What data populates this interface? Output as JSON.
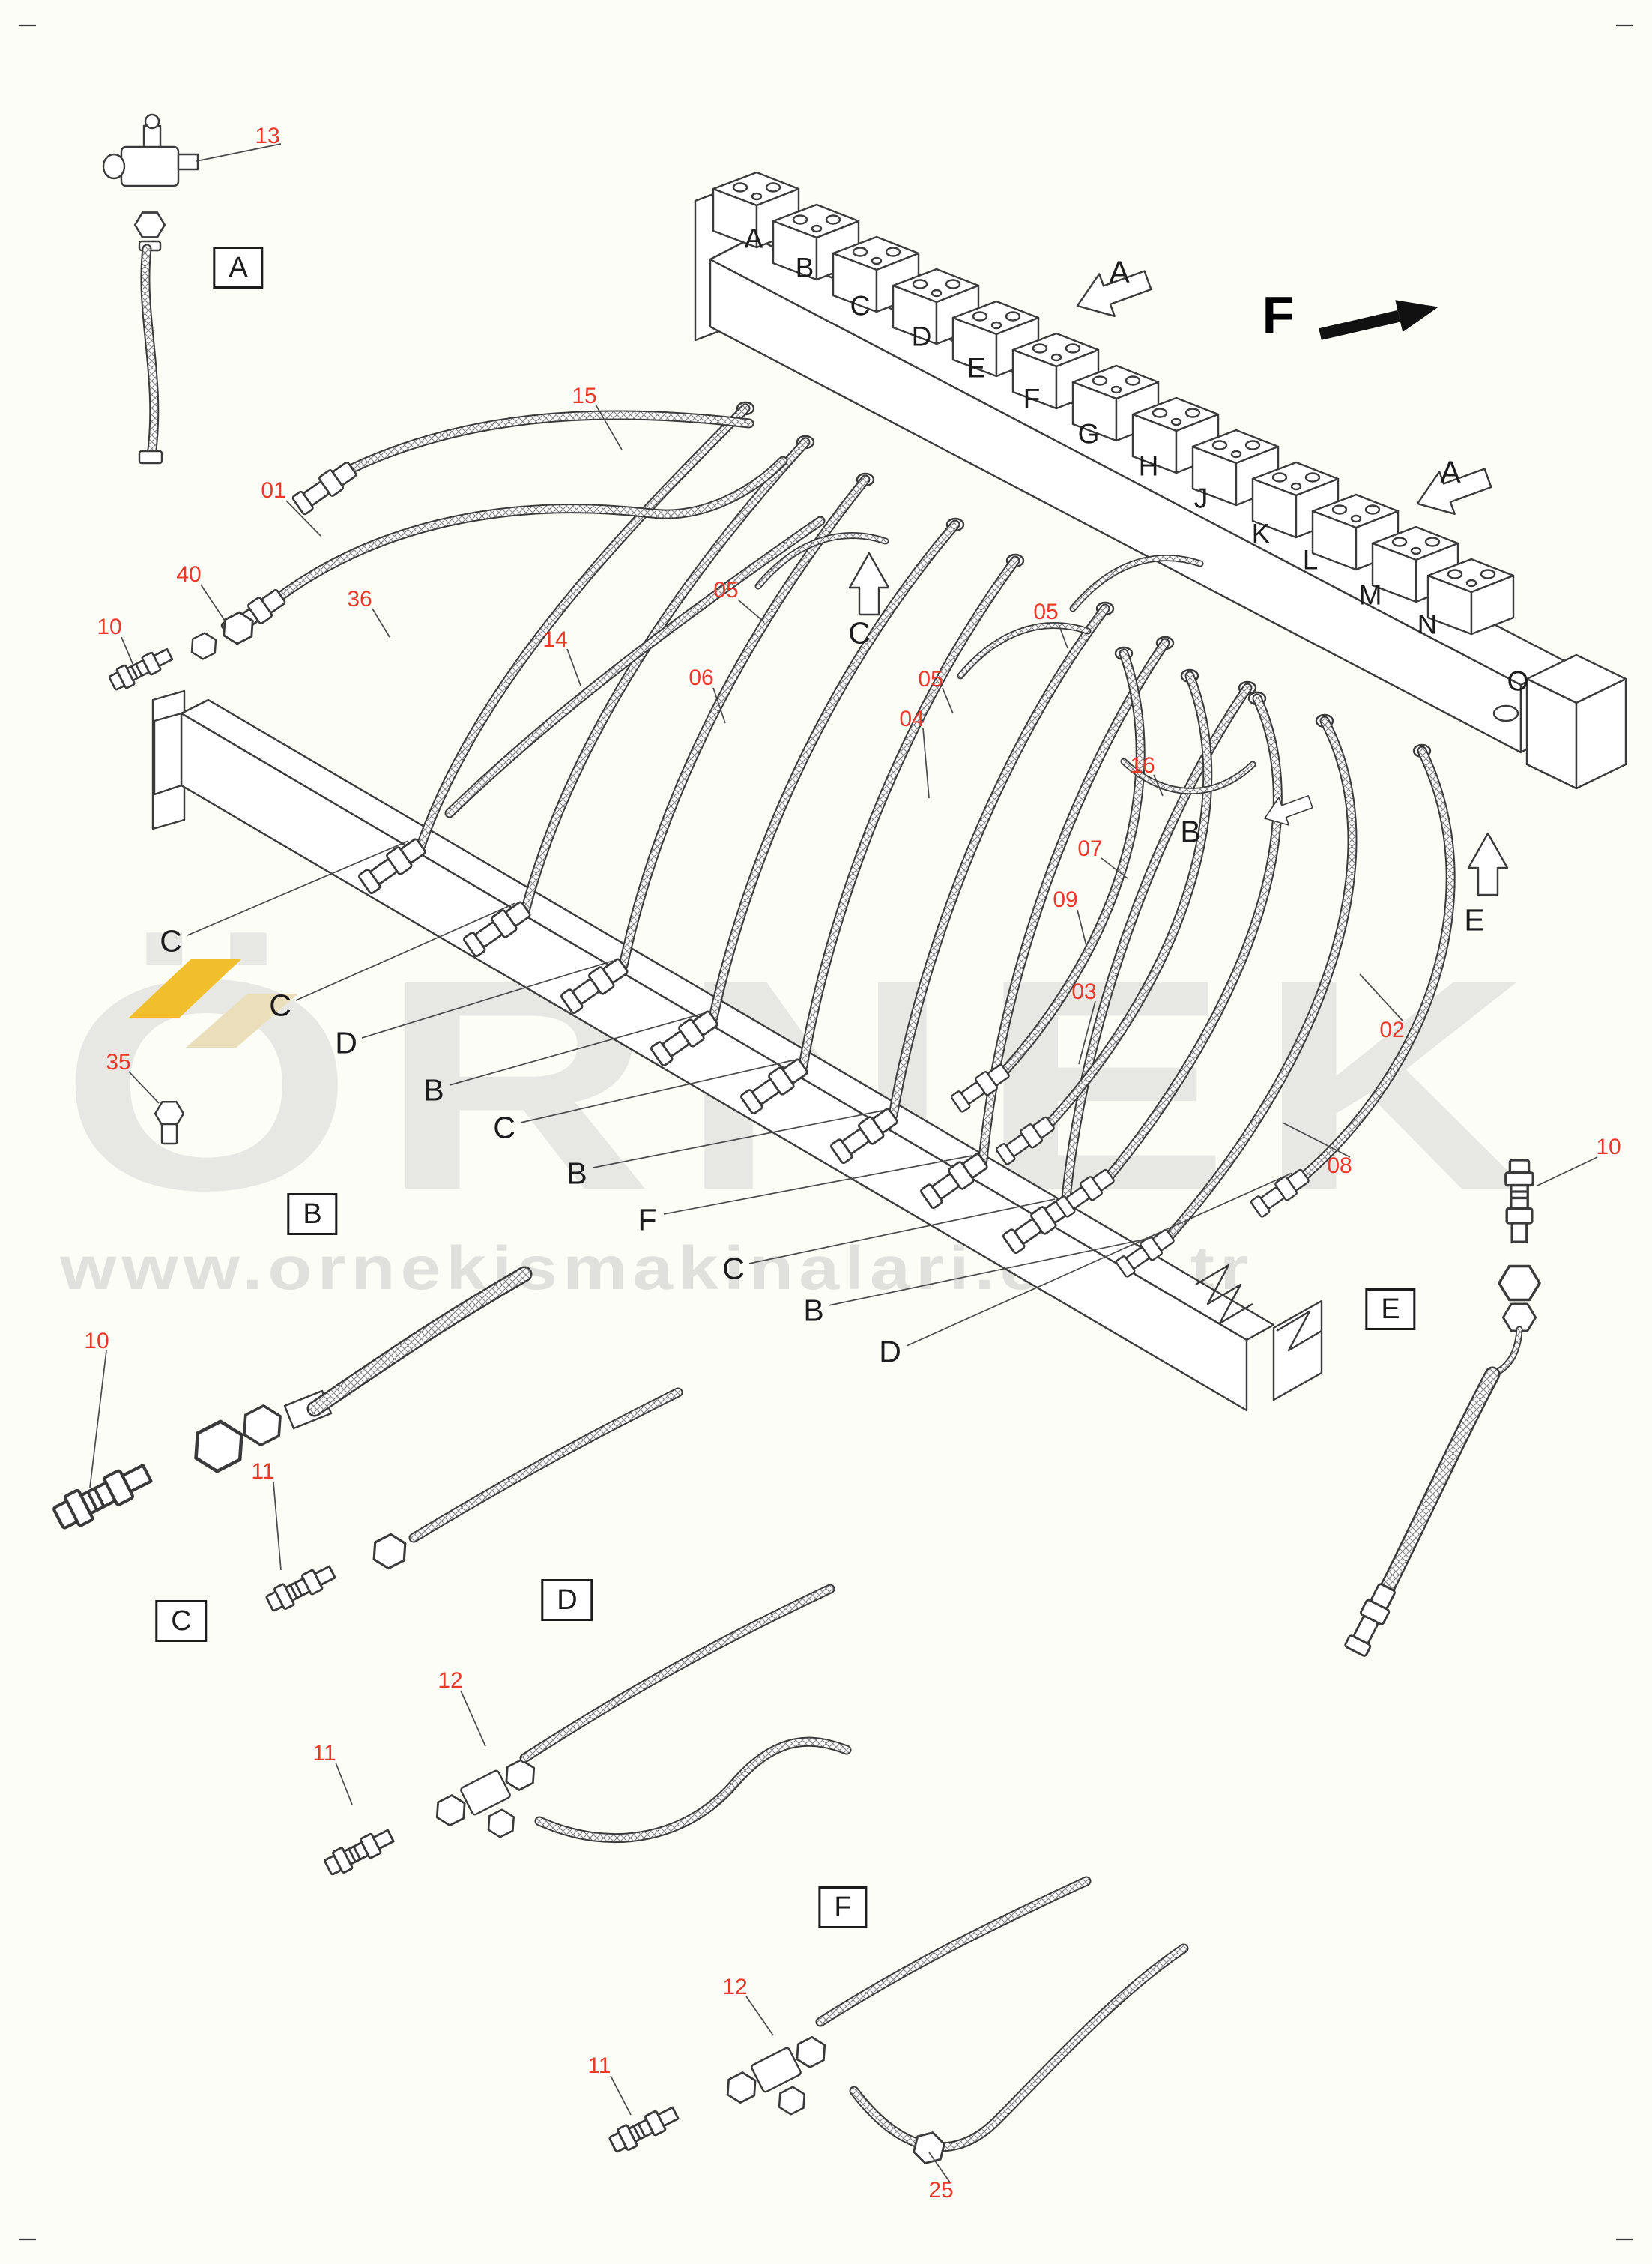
{
  "watermark": {
    "brand": "ÖRNEK",
    "url": "www.ornekismakinalari.com.tr"
  },
  "colors": {
    "callout_red": "#e8392b",
    "line": "#3a3a3a",
    "watermark_gray": "#e7e7e4",
    "accent_yellow": "#f1bf2e"
  },
  "callouts": {
    "n13": "13",
    "n15": "15",
    "n01": "01",
    "n40": "40",
    "n36": "36",
    "n10a": "10",
    "n14": "14",
    "n05a": "05",
    "n06": "06",
    "n05b": "05",
    "n04": "04",
    "n05c": "05",
    "n16": "16",
    "n07": "07",
    "n09": "09",
    "n03": "03",
    "n02": "02",
    "n08": "08",
    "n10b": "10",
    "n35": "35",
    "n10c": "10",
    "n11a": "11",
    "n12a": "12",
    "n11b": "11",
    "n12b": "12",
    "n11c": "11",
    "n25": "25"
  },
  "ports": {
    "a": "A",
    "b": "B",
    "c": "C",
    "d": "D",
    "e": "E",
    "f": "F",
    "g": "G",
    "h": "H",
    "j": "J",
    "k": "K",
    "l": "L",
    "m": "M",
    "n": "N",
    "o": "O"
  },
  "views": {
    "arrow_a_top": "A",
    "arrow_a_right": "A",
    "f_direction": "F",
    "c_up": "C",
    "b_mid": "B",
    "e_up": "E",
    "c1": "C",
    "c2": "C",
    "d1": "D",
    "b1": "B",
    "c3": "C",
    "b2": "B",
    "f1": "F",
    "c4": "C",
    "b3": "B",
    "d2": "D"
  },
  "detail_boxes": {
    "a": "A",
    "b": "B",
    "c": "C",
    "d": "D",
    "e": "E",
    "f": "F"
  }
}
